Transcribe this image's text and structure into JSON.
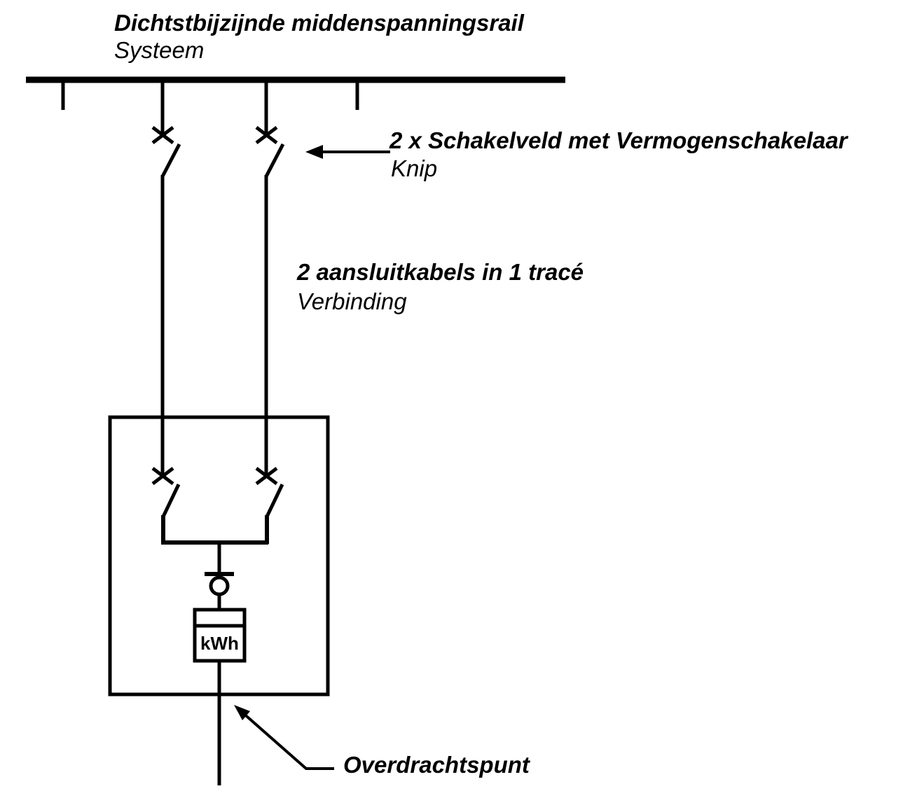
{
  "page": {
    "background_color": "#ffffff",
    "ink_color": "#000000"
  },
  "diagram": {
    "busbar_label": {
      "title": "Dichtstbijzijnde middenspanningsrail",
      "subtitle": "Systeem"
    },
    "switchfield_label": {
      "title": "2 x Schakelveld met Vermogenschakelaar",
      "subtitle": "Knip"
    },
    "cable_label": {
      "title": "2 aansluitkabels in 1 tracé",
      "subtitle": "Verbinding"
    },
    "transfer_label": {
      "title": "Overdrachtspunt"
    },
    "meter": {
      "label": "kWh"
    }
  }
}
